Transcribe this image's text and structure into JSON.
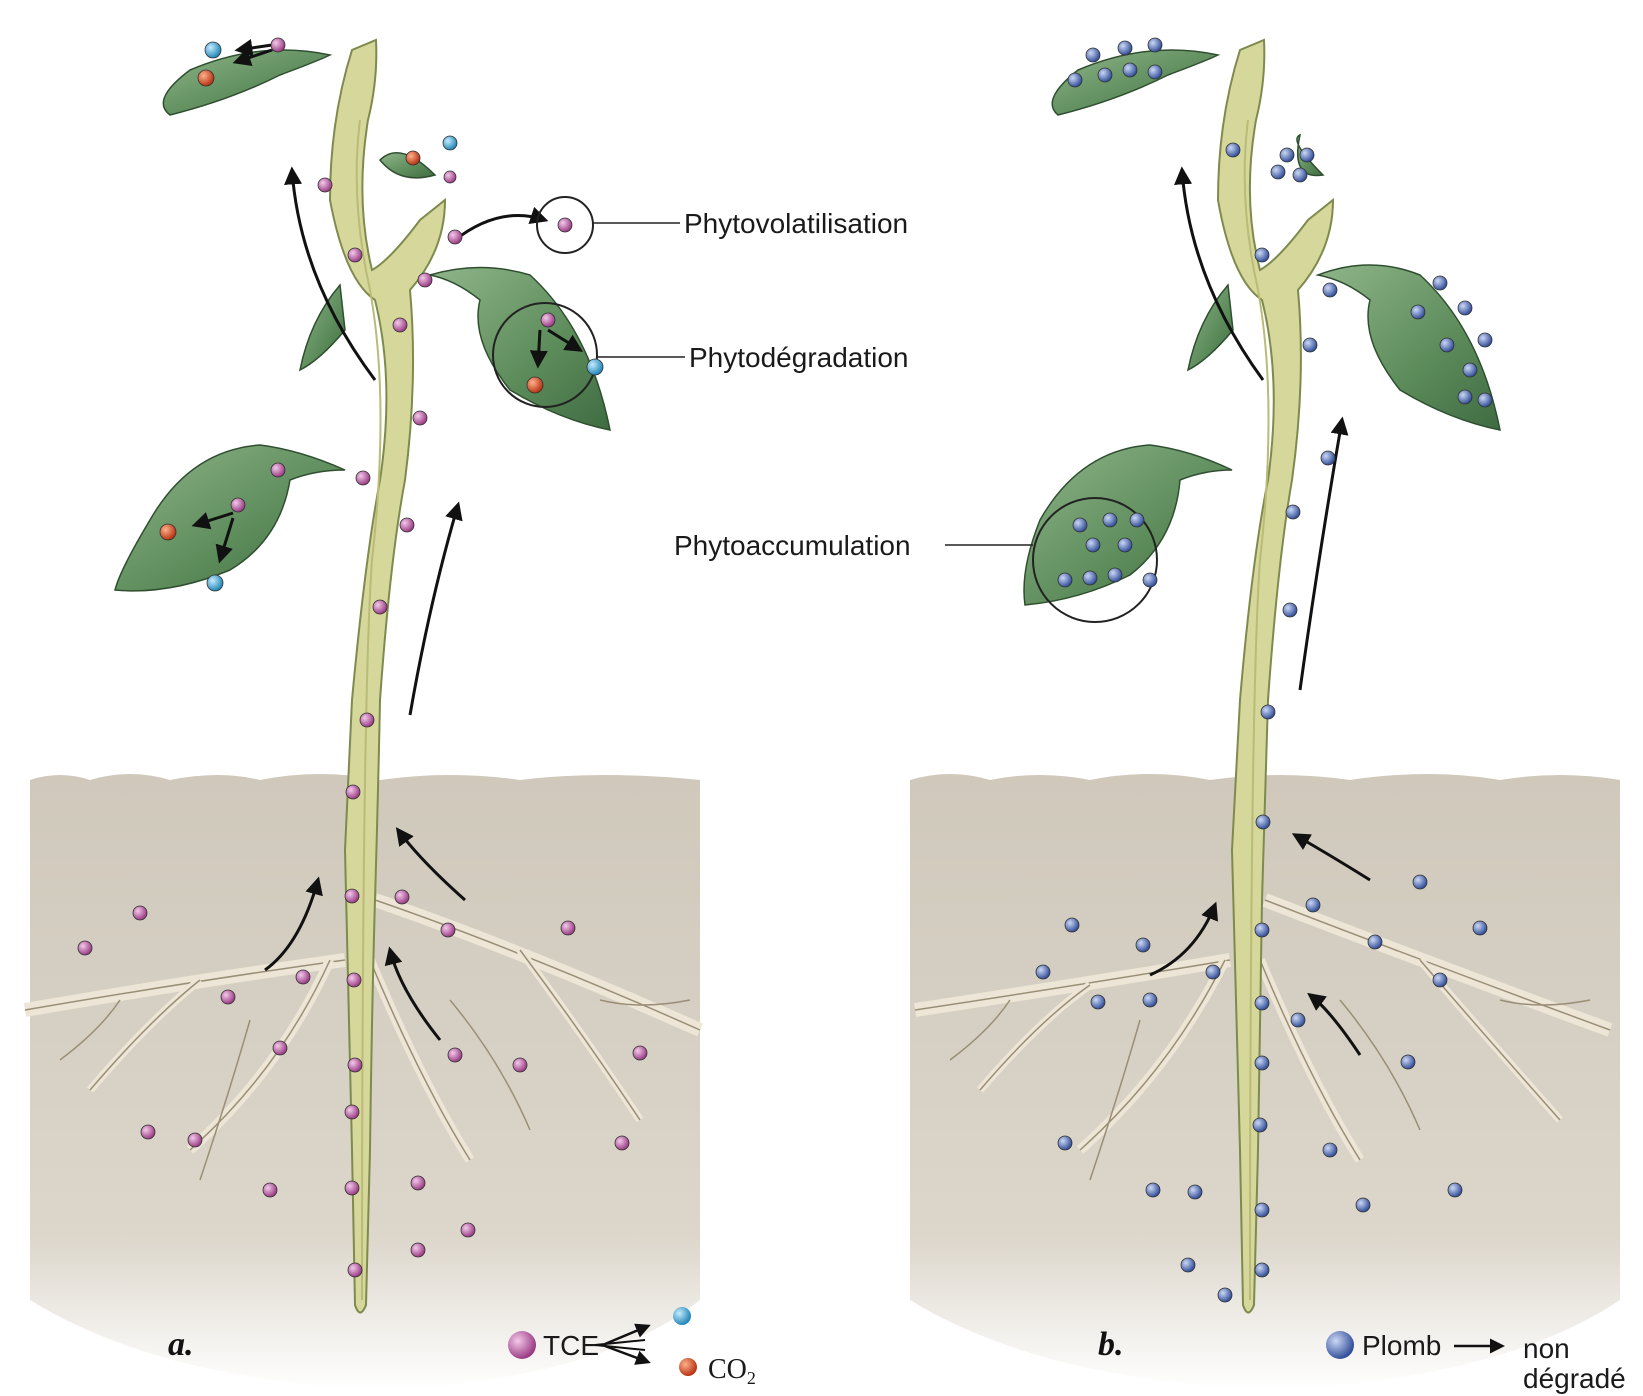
{
  "panels": {
    "a": {
      "letter": "a.",
      "label_volatilisation": "Phytovolatilisation",
      "label_degradation": "Phytodégradation",
      "legend_compound": "TCE",
      "legend_product": "CO",
      "legend_product_sub": "2"
    },
    "b": {
      "letter": "b.",
      "label_accumulation": "Phytoaccumulation",
      "legend_compound": "Plomb",
      "legend_result_1": "non",
      "legend_result_2": "dégradé"
    }
  },
  "colors": {
    "tce": "#b9509f",
    "plomb": "#4b6bb8",
    "co2": "#d24a2a",
    "blue_product": "#3aa0d0",
    "leaf": "#5c8b5a",
    "stem": "#d6d79a",
    "soil": "#d9d4c9",
    "root": "#ede6d6"
  }
}
